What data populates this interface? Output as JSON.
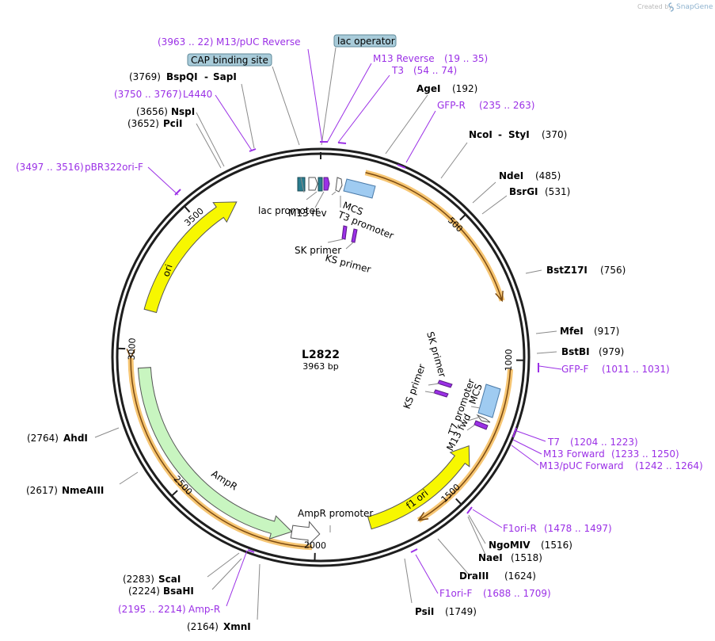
{
  "credit": {
    "created_by": "Created by",
    "brand": "SnapGene"
  },
  "plasmid": {
    "name": "L2822",
    "size_label": "3963 bp",
    "length": 3963
  },
  "ticks": [
    {
      "bp": 500,
      "label": "500"
    },
    {
      "bp": 1000,
      "label": "1000"
    },
    {
      "bp": 1500,
      "label": "1500"
    },
    {
      "bp": 2000,
      "label": "2000"
    },
    {
      "bp": 2500,
      "label": "2500"
    },
    {
      "bp": 3000,
      "label": "3000"
    },
    {
      "bp": 3500,
      "label": "3500"
    }
  ],
  "features": [
    {
      "name": "lac Z alpha (orange arc)",
      "start": 150,
      "end": 800,
      "color": "#f6c572",
      "style": "arc"
    },
    {
      "name": "lac Z alpha 2 (orange arc)",
      "start": 1030,
      "end": 1640,
      "color": "#f6c572",
      "style": "arc"
    },
    {
      "name": "AmpR arc (orange)",
      "start": 2010,
      "end": 2970,
      "color": "#f6c572",
      "style": "arc-rev"
    },
    {
      "name": "ori",
      "label": "ori",
      "start": 3140,
      "end": 3650,
      "color": "#f7f700"
    },
    {
      "name": "f1 ori",
      "label": "f1 ori",
      "start": 1330,
      "end": 1800,
      "color": "#f7f700"
    },
    {
      "name": "AmpR",
      "label": "AmpR",
      "start": 2085,
      "end": 2935,
      "color": "#c8f5c0"
    },
    {
      "name": "AmpR promoter",
      "label": "AmpR promoter",
      "start": 1985,
      "end": 2085,
      "color": "#ffffff"
    }
  ],
  "small_labels": [
    {
      "text": "lac promoter"
    },
    {
      "text": "M13 rev"
    },
    {
      "text": "MCS"
    },
    {
      "text": "T3 promoter"
    },
    {
      "text": "SK primer"
    },
    {
      "text": "KS primer"
    },
    {
      "text": "SK primer"
    },
    {
      "text": "KS primer"
    },
    {
      "text": "MCS"
    },
    {
      "text": "T7 promoter"
    },
    {
      "text": "M13 fwd"
    }
  ],
  "sites": [
    {
      "name": "AgeI",
      "pos": "(192)"
    },
    {
      "name": "NcoI",
      "extra": "StyI",
      "pos": "(370)"
    },
    {
      "name": "NdeI",
      "pos": "(485)"
    },
    {
      "name": "BsrGI",
      "pos": "(531)"
    },
    {
      "name": "BstZ17I",
      "pos": "(756)"
    },
    {
      "name": "MfeI",
      "pos": "(917)"
    },
    {
      "name": "BstBI",
      "pos": "(979)"
    },
    {
      "name": "NgoMIV",
      "pos": "(1516)"
    },
    {
      "name": "NaeI",
      "pos": "(1518)"
    },
    {
      "name": "DraIII",
      "pos": "(1624)"
    },
    {
      "name": "PsiI",
      "pos": "(1749)"
    },
    {
      "name": "XmnI",
      "pos": "(2164)"
    },
    {
      "name": "BsaHI",
      "pos": "(2224)"
    },
    {
      "name": "ScaI",
      "pos": "(2283)"
    },
    {
      "name": "NmeAIII",
      "pos": "(2617)"
    },
    {
      "name": "AhdI",
      "pos": "(2764)"
    },
    {
      "name": "PciI",
      "pos": "(3652)"
    },
    {
      "name": "NspI",
      "pos": "(3656)"
    },
    {
      "name": "BspQI",
      "extra": "SapI",
      "pos": "(3769)"
    }
  ],
  "primers": [
    {
      "name": "M13/pUC Reverse",
      "range": "(3963 .. 22)"
    },
    {
      "name": "M13 Reverse",
      "range": "(19 .. 35)"
    },
    {
      "name": "T3",
      "range": "(54 .. 74)"
    },
    {
      "name": "GFP-R",
      "range": "(235 .. 263)"
    },
    {
      "name": "GFP-F",
      "range": "(1011 .. 1031)"
    },
    {
      "name": "T7",
      "range": "(1204 .. 1223)"
    },
    {
      "name": "M13 Forward",
      "range": "(1233 .. 1250)"
    },
    {
      "name": "M13/pUC Forward",
      "range": "(1242 .. 1264)"
    },
    {
      "name": "F1ori-R",
      "range": "(1478 .. 1497)"
    },
    {
      "name": "F1ori-F",
      "range": "(1688 .. 1709)"
    },
    {
      "name": "Amp-R",
      "range": "(2195 .. 2214)"
    },
    {
      "name": "pBR322ori-F",
      "range": "(3497 .. 3516)"
    },
    {
      "name": "L4440",
      "range": "(3750 .. 3767)"
    }
  ],
  "boxes": [
    {
      "text": "lac operator"
    },
    {
      "text": "CAP binding site"
    }
  ]
}
